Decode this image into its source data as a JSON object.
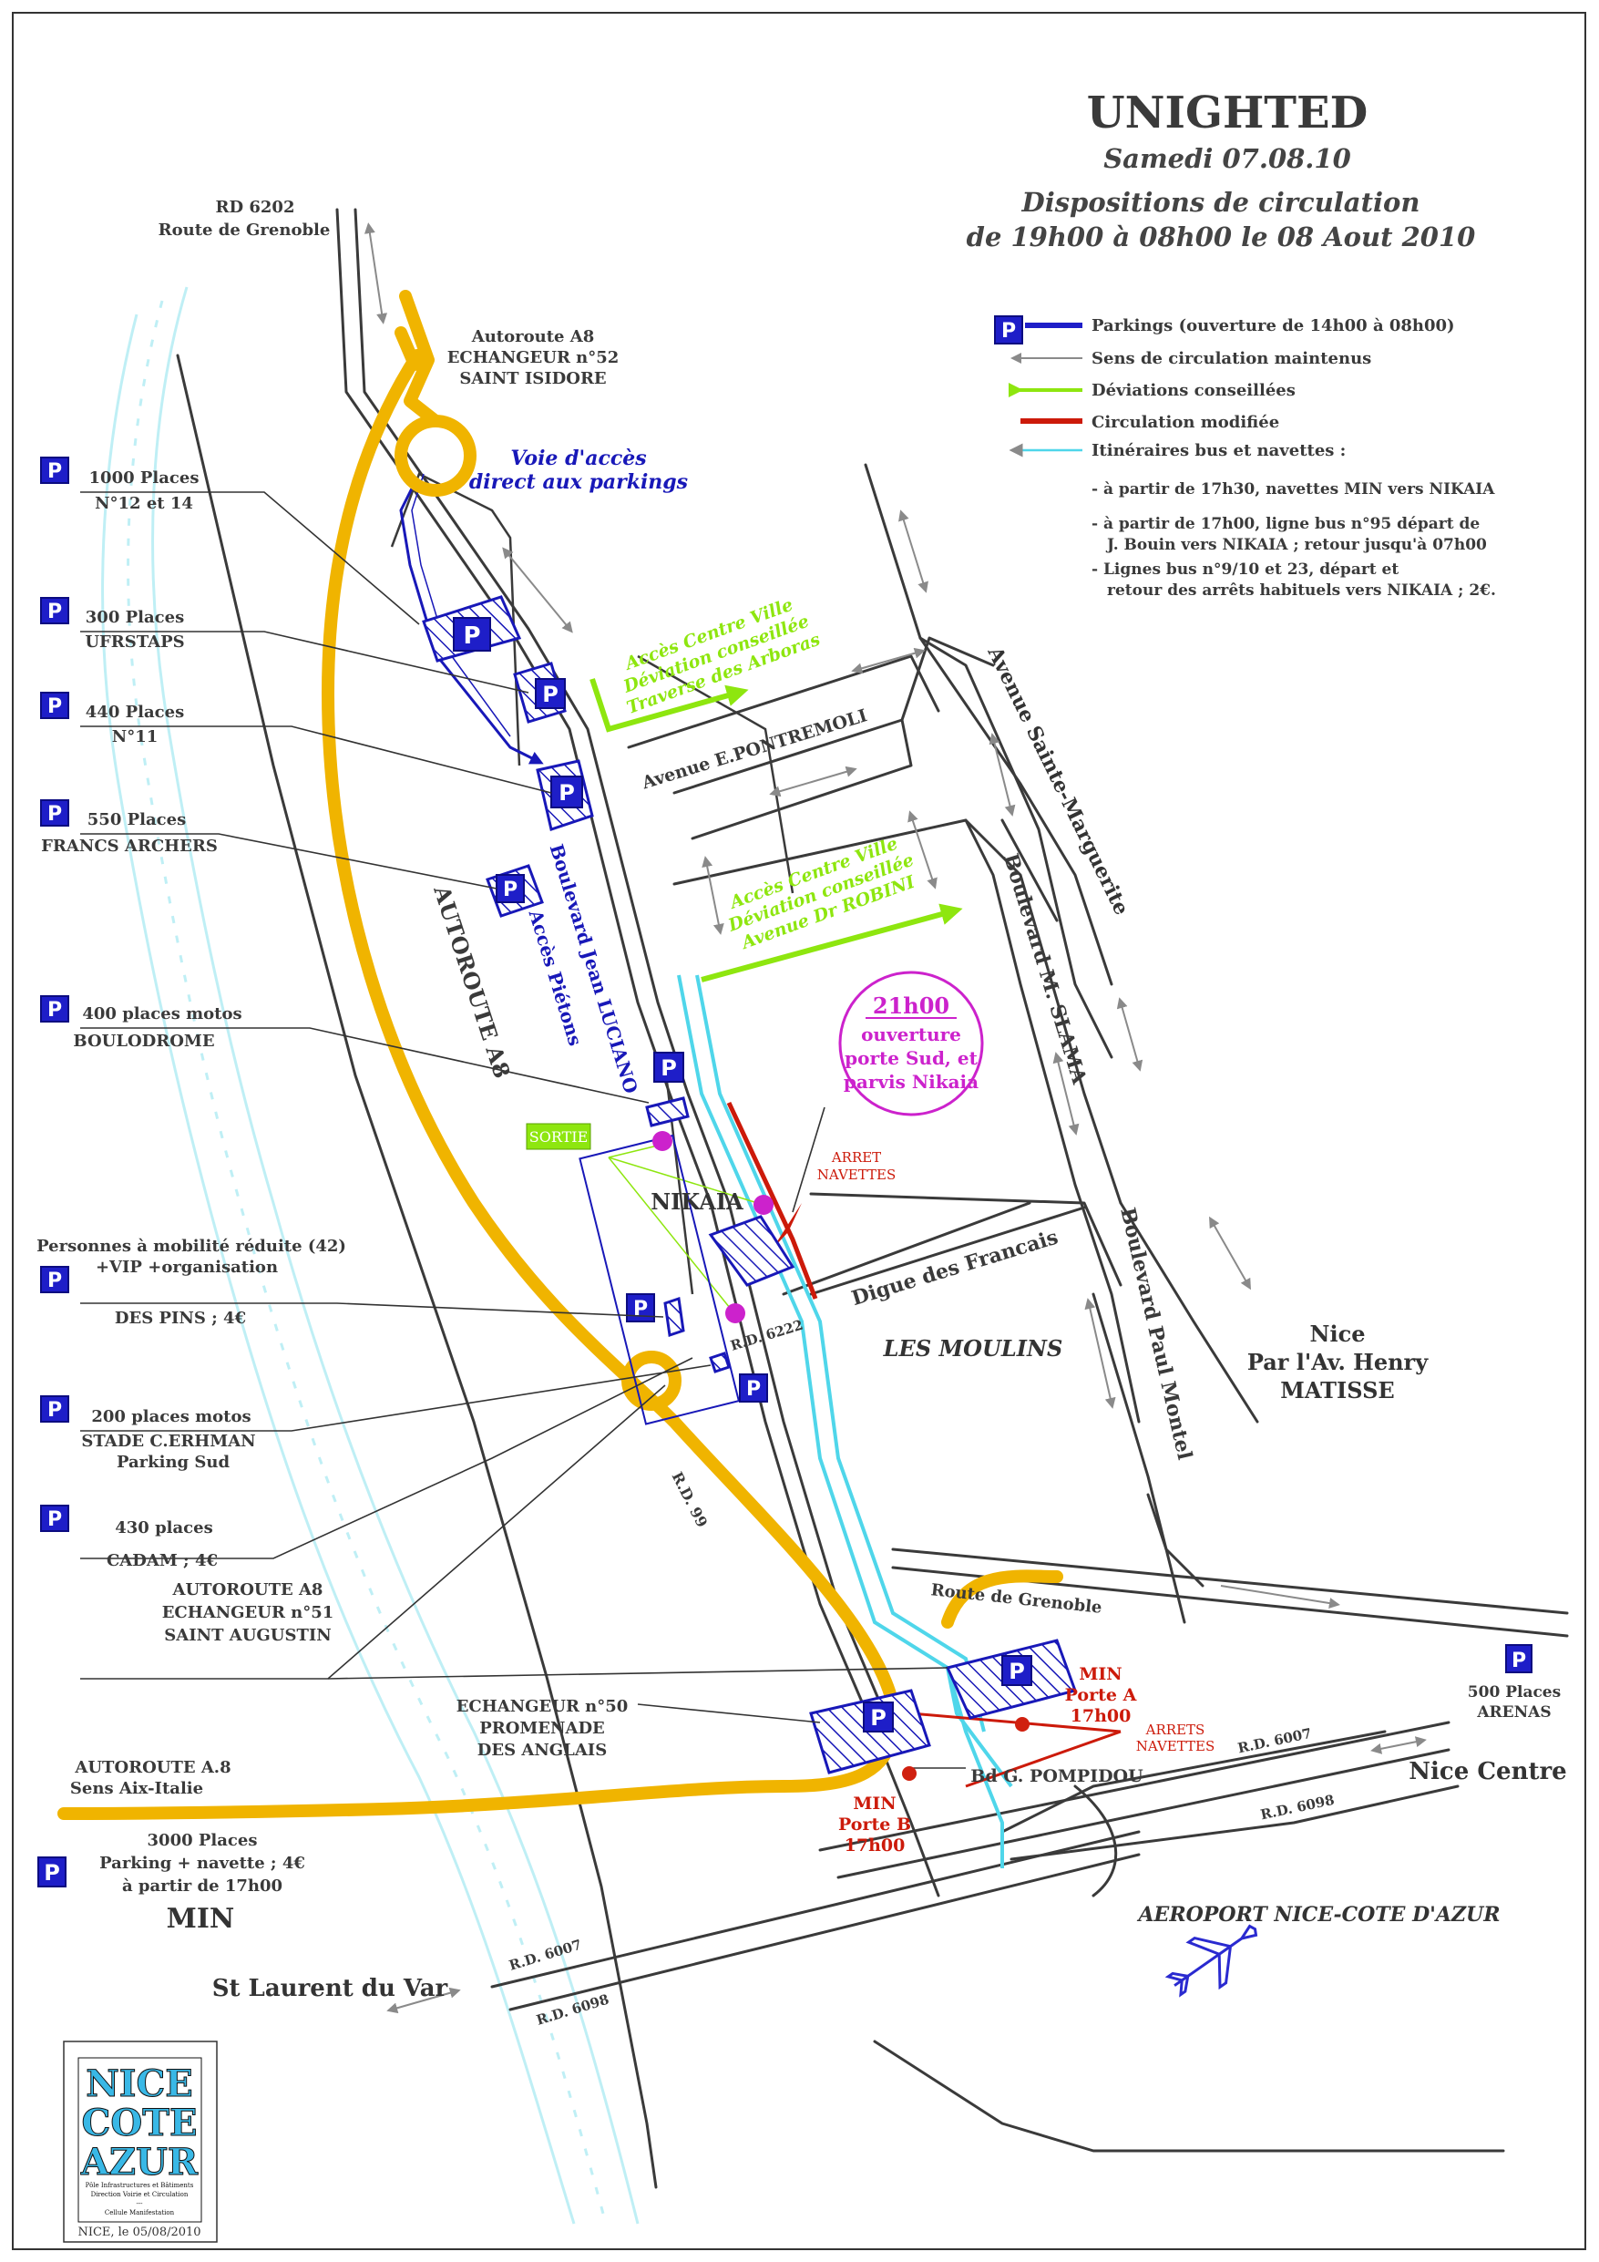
{
  "header": {
    "title": "UNIGHTED",
    "date": "Samedi 07.08.10",
    "subtitle_line1": "Dispositions de circulation",
    "subtitle_line2": "de 19h00 à 08h00 le 08 Aout 2010"
  },
  "legend": {
    "parkings": "Parkings (ouverture de 14h00 à 08h00)",
    "sens": "Sens de circulation maintenus",
    "deviations": "Déviations conseillées",
    "circulation": "Circulation modifiée",
    "itineraires": "Itinéraires bus et navettes :",
    "note1": "- à partir de 17h30, navettes MIN vers NIKAIA",
    "note2a": "- à partir de 17h00, ligne bus n°95 départ de",
    "note2b": "J. Bouin vers NIKAIA ; retour jusqu'à 07h00",
    "note3a": "- Lignes bus n°9/10 et 23, départ et",
    "note3b": "retour des arrêts habituels vers NIKAIA ; 2€."
  },
  "parkings": [
    {
      "line1": "1000 Places",
      "line2": "N°12 et 14"
    },
    {
      "line1": "300 Places",
      "line2": "UFRSTAPS"
    },
    {
      "line1": "440 Places",
      "line2": "N°11"
    },
    {
      "line1": "550 Places",
      "line2": "FRANCS ARCHERS"
    },
    {
      "line1": "400 places motos",
      "line2": "BOULODROME"
    },
    {
      "line1": "Personnes à mobilité réduite (42)",
      "line2": "+VIP +organisation",
      "line3": "DES PINS ; 4€"
    },
    {
      "line1": "200 places motos",
      "line2": "STADE C.ERHMAN",
      "line3": "Parking Sud"
    },
    {
      "line1": "430 places",
      "line2": "CADAM ; 4€"
    },
    {
      "line1": "3000 Places",
      "line2": "Parking + navette ; 4€",
      "line3": "à partir de 17h00",
      "title": "MIN"
    },
    {
      "line1": "500 Places",
      "line2": "ARENAS"
    }
  ],
  "places": {
    "rd6202_a": "RD 6202",
    "rd6202_b": "Route de Grenoble",
    "a8_52_a": "Autoroute A8",
    "a8_52_b": "ECHANGEUR n°52",
    "a8_52_c": "SAINT ISIDORE",
    "voie_a": "Voie d'accès",
    "voie_b": "direct aux parkings",
    "acces1_a": "Accès Centre Ville",
    "acces1_b": "Déviation conseillée",
    "acces1_c": "Traverse des Arboras",
    "acces2_a": "Accès Centre Ville",
    "acces2_b": "Déviation conseillée",
    "acces2_c": "Avenue Dr ROBINI",
    "pontremoli": "Avenue E.PONTREMOLI",
    "sainte_marguerite": "Avenue Sainte-Marguerite",
    "slama": "Boulevard M. SLAMA",
    "luciano": "Boulevard Jean LUCIANO",
    "acces_pietons": "Accès Piétons",
    "autoroute_a8": "AUTOROUTE A8",
    "nikaia": "NIKAIA",
    "sortie": "SORTIE",
    "bubble_time": "21h00",
    "bubble_1": "ouverture",
    "bubble_2": "porte Sud, et",
    "bubble_3": "parvis Nikaia",
    "arret_a": "ARRET",
    "arret_b": "NAVETTES",
    "digue": "Digue des Francais",
    "rd6222": "R.D. 6222",
    "les_moulins": "LES MOULINS",
    "paul_montel": "Boulevard Paul Montel",
    "nice_a": "Nice",
    "nice_b": "Par l'Av. Henry",
    "nice_c": "MATISSE",
    "rd99": "R.D. 99",
    "route_grenoble": "Route de Grenoble",
    "a8_51_a": "AUTOROUTE A8",
    "a8_51_b": "ECHANGEUR n°51",
    "a8_51_c": "SAINT AUGUSTIN",
    "ech50_a": "ECHANGEUR n°50",
    "ech50_b": "PROMENADE",
    "ech50_c": "DES ANGLAIS",
    "a8_sens_a": "AUTOROUTE A.8",
    "a8_sens_b": "Sens Aix-Italie",
    "min_a_a": "MIN",
    "min_a_b": "Porte A",
    "min_a_c": "17h00",
    "min_b_a": "MIN",
    "min_b_b": "Porte B",
    "min_b_c": "17h00",
    "arrets_a": "ARRETS",
    "arrets_b": "NAVETTES",
    "pompidou": "Bd G. POMPIDOU",
    "rd6007": "R.D. 6007",
    "rd6098": "R.D. 6098",
    "nice_centre": "Nice Centre",
    "aeroport": "AEROPORT NICE-COTE D'AZUR",
    "st_laurent": "St Laurent du Var"
  },
  "logo": {
    "nice": "NICE",
    "cote": "COTE",
    "azur": "AZUR",
    "l1": "Pôle Infrastructures et Bâtiments",
    "l2": "Direction Voirie et Circulation",
    "l3": "---",
    "l4": "Cellule Manifestation",
    "footer": "NICE, le 05/08/2010"
  },
  "parking_symbol": "P",
  "colors": {
    "highway": "#f0b400",
    "parking": "#1e1ec8",
    "deviation": "#8ee60f",
    "modified": "#cc1a0a",
    "bus": "#4fd6ea",
    "magenta": "#cc22cc",
    "river": "#bfeff5"
  }
}
